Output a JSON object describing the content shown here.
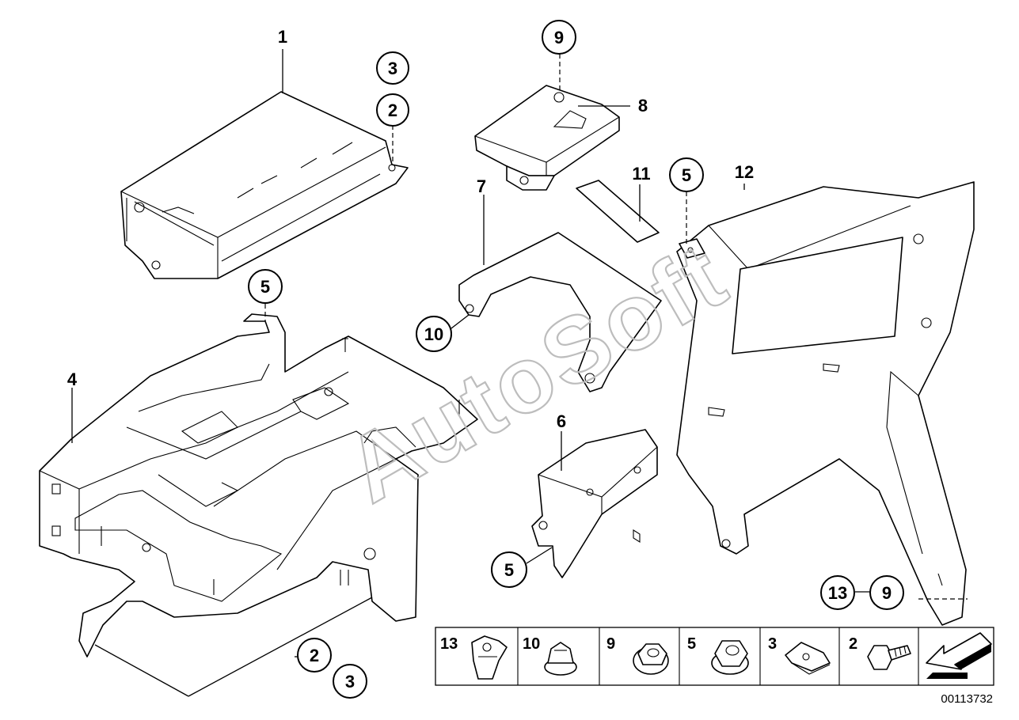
{
  "watermark": "AutoSoft",
  "document_id": "00113732",
  "callouts": {
    "c1": "1",
    "c2a": "2",
    "c3a": "3",
    "c4": "4",
    "c5a": "5",
    "c6": "6",
    "c7": "7",
    "c8": "8",
    "c9a": "9",
    "c10": "10",
    "c11": "11",
    "c5b": "5",
    "c12": "12",
    "c5c": "5",
    "c2b": "2",
    "c3b": "3",
    "c13": "13",
    "c9b": "9"
  },
  "legend": {
    "items": [
      {
        "num": "13",
        "icon": "clip-nut-icon"
      },
      {
        "num": "10",
        "icon": "cap-nut-icon"
      },
      {
        "num": "9",
        "icon": "hex-nut-icon"
      },
      {
        "num": "5",
        "icon": "hex-collar-nut-icon"
      },
      {
        "num": "3",
        "icon": "spring-clip-icon"
      },
      {
        "num": "2",
        "icon": "hex-bolt-icon"
      }
    ],
    "nav_icon": "arrow-back-icon"
  }
}
